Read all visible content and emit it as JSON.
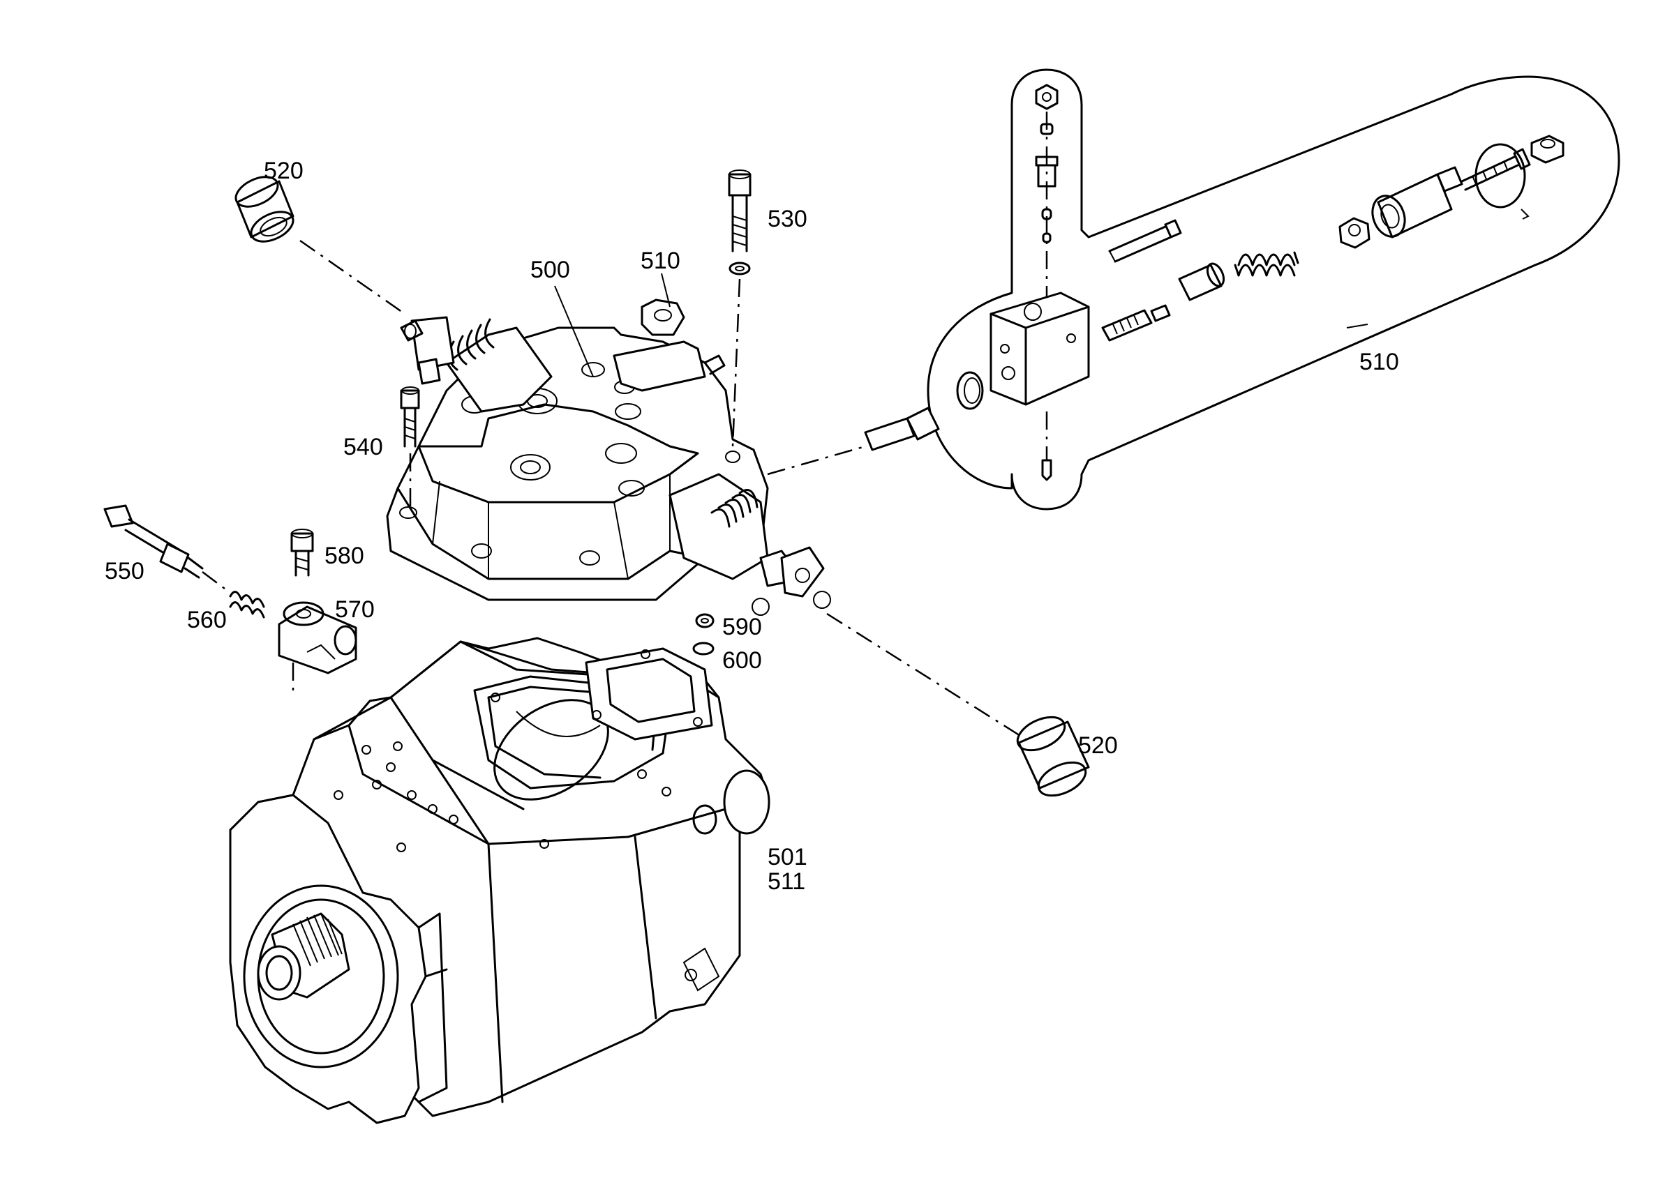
{
  "labels": {
    "p520_top": "520",
    "p530": "530",
    "p510_mid": "510",
    "p500": "500",
    "p510_detail": "510",
    "p540": "540",
    "p550": "550",
    "p580": "580",
    "p570": "570",
    "p560": "560",
    "p590": "590",
    "p600": "600",
    "p520_bottom": "520",
    "p501": "501",
    "p511": "511"
  }
}
